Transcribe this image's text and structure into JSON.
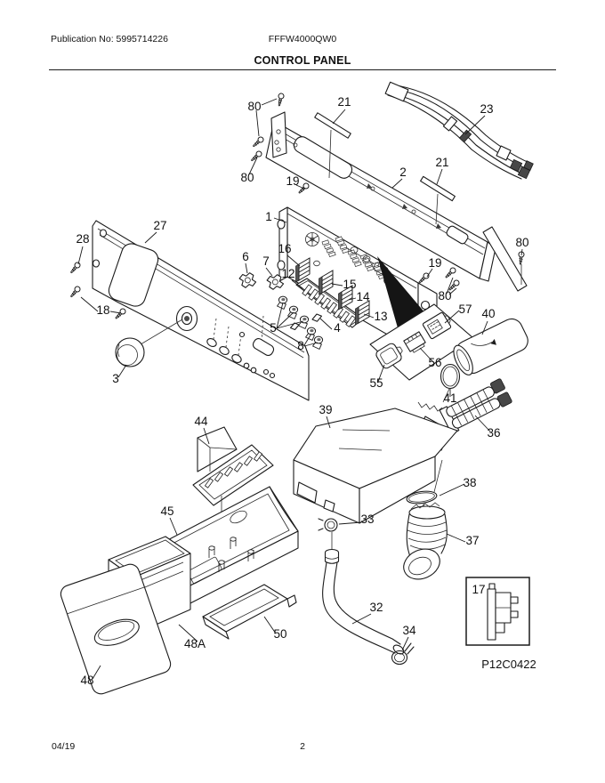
{
  "header": {
    "publication": "Publication No: 5995714226",
    "model": "FFFW4000QW0",
    "title": "CONTROL PANEL"
  },
  "footer": {
    "date": "04/19",
    "page": "2"
  },
  "diagram": {
    "image_code": "P12C0422",
    "callouts": [
      "80",
      "21",
      "23",
      "80",
      "19",
      "2",
      "21",
      "1",
      "27",
      "28",
      "80",
      "6",
      "7",
      "16",
      "19",
      "12",
      "18",
      "15",
      "14",
      "80",
      "5",
      "13",
      "57",
      "40",
      "4",
      "8",
      "3",
      "56",
      "55",
      "41",
      "44",
      "39",
      "36",
      "38",
      "45",
      "33",
      "37",
      "32",
      "34",
      "50",
      "48A",
      "48",
      "17"
    ]
  }
}
